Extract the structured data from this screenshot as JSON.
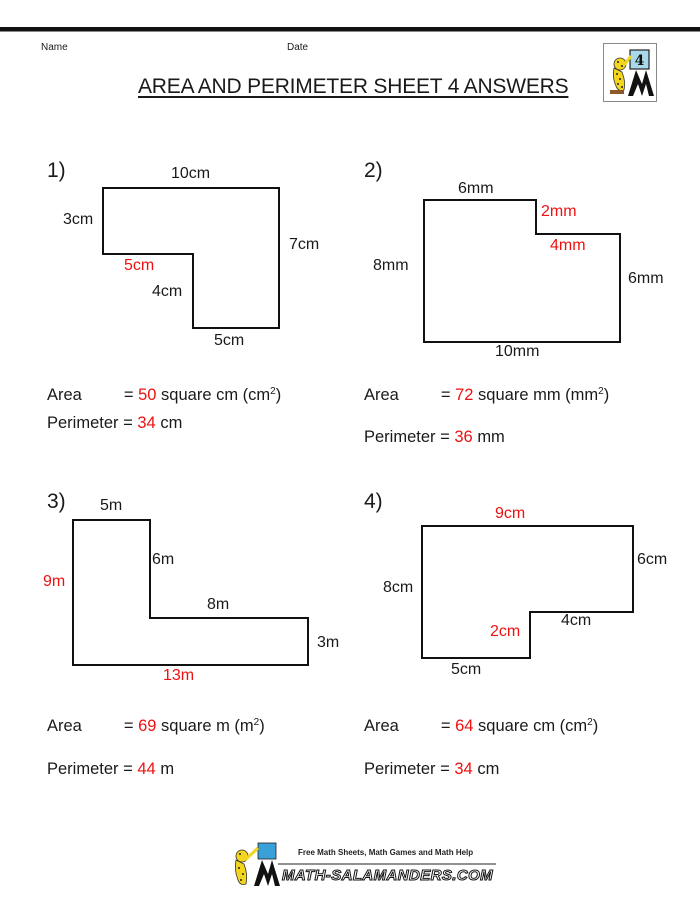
{
  "header": {
    "name_label": "Name",
    "date_label": "Date",
    "title": "AREA AND PERIMETER SHEET 4 ANSWERS",
    "logo_icon": "salamander-easel-icon",
    "logo_number": "4"
  },
  "accent_color": "#ee1111",
  "problems": [
    {
      "number": "1)",
      "labels": {
        "top": "10cm",
        "left": "3cm",
        "inner_horizontal": "5cm",
        "inner_vertical": "4cm",
        "right": "7cm",
        "bottom": "5cm"
      },
      "missing_labels": [
        "5cm"
      ],
      "area": {
        "label": "Area",
        "eq": "=",
        "value": "50",
        "unit": "square cm (cm",
        "sup": "2",
        "close": ")"
      },
      "perimeter": {
        "label": "Perimeter",
        "eq": "=",
        "value": "34",
        "unit": "cm"
      }
    },
    {
      "number": "2)",
      "labels": {
        "top": "6mm",
        "step_vertical": "2mm",
        "step_horizontal": "4mm",
        "left": "8mm",
        "right": "6mm",
        "bottom": "10mm"
      },
      "missing_labels": [
        "2mm",
        "4mm"
      ],
      "area": {
        "label": "Area",
        "eq": "=",
        "value": "72",
        "unit": "square mm (mm",
        "sup": "2",
        "close": ")"
      },
      "perimeter": {
        "label": "Perimeter",
        "eq": "=",
        "value": "36",
        "unit": "mm"
      }
    },
    {
      "number": "3)",
      "labels": {
        "top": "5m",
        "inner_vertical": "6m",
        "inner_horizontal": "8m",
        "left": "9m",
        "right": "3m",
        "bottom": "13m"
      },
      "missing_labels": [
        "9m",
        "13m"
      ],
      "area": {
        "label": "Area",
        "eq": "=",
        "value": "69",
        "unit": "square m (m",
        "sup": "2",
        "close": ")"
      },
      "perimeter": {
        "label": "Perimeter",
        "eq": "=",
        "value": "44",
        "unit": "m"
      }
    },
    {
      "number": "4)",
      "labels": {
        "top": "9cm",
        "right": "6cm",
        "left": "8cm",
        "inner_horizontal": "4cm",
        "inner_vertical": "2cm",
        "bottom": "5cm"
      },
      "missing_labels": [
        "9cm",
        "2cm"
      ],
      "area": {
        "label": "Area",
        "eq": "=",
        "value": "64",
        "unit": "square cm (cm",
        "sup": "2",
        "close": ")"
      },
      "perimeter": {
        "label": "Perimeter",
        "eq": "=",
        "value": "34",
        "unit": "cm"
      }
    }
  ],
  "footer": {
    "tagline": "Free Math Sheets, Math Games and Math Help",
    "site": "MATH-SALAMANDERS.COM",
    "logo_icon": "salamander-easel-icon"
  }
}
